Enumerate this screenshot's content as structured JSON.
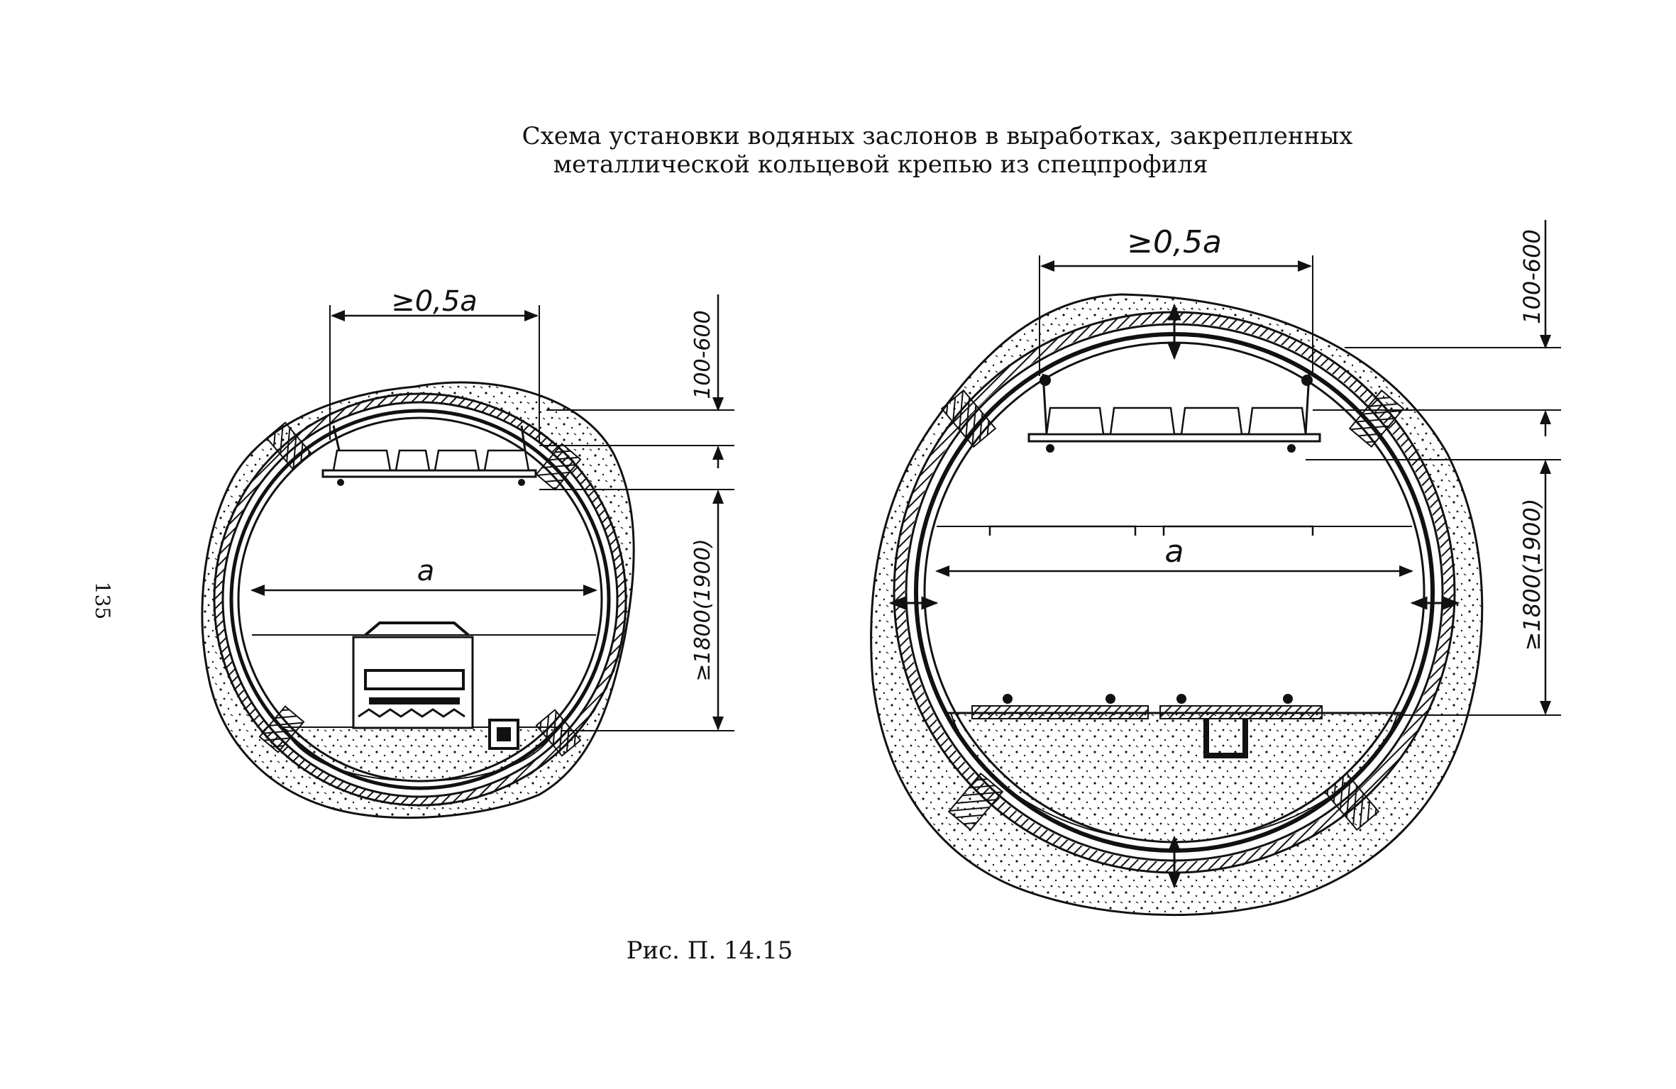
{
  "page": {
    "title_line1": "Схема установки водяных заслонов в выработках, закрепленных",
    "title_line2": "металлической кольцевой крепью из спецпрофиля",
    "caption": "Рис. П. 14.15",
    "page_number": "135"
  },
  "left_figure": {
    "top_dim": "≥0,5a",
    "width_label": "a",
    "clearance_dim": "100-600",
    "height_dim": "≥1800(1900)"
  },
  "right_figure": {
    "top_dim": "≥0,5a",
    "width_label": "a",
    "clearance_dim": "100-600",
    "height_dim": "≥1800(1900)"
  }
}
